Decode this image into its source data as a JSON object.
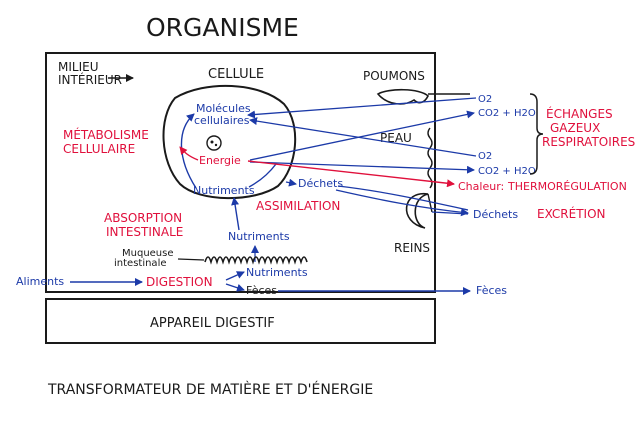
{
  "title": "ORGANISME",
  "subtitle": "TRANSFORMATEUR DE MATIÈRE ET D'ÉNERGIE",
  "milieu": [
    "MILIEU",
    "INTÉRIEUR"
  ],
  "cellule": "CELLULE",
  "poumons": "POUMONS",
  "peau": "PEAU",
  "reins": "REINS",
  "metabolisme": [
    "MÉTABOLISME",
    "CELLULAIRE"
  ],
  "molecules": [
    "Molécules",
    "cellulaires"
  ],
  "energie": "Energie",
  "nutriments": "Nutriments",
  "dechets": "Déchets",
  "assimilation": "ASSIMILATION",
  "absorption": [
    "ABSORPTION",
    "INTESTINALE"
  ],
  "muqueuse": [
    "Muqueuse",
    "intestinale"
  ],
  "aliments": "Aliments",
  "digestion": "DIGESTION",
  "feces": "Fèces",
  "feces_out": "Fèces",
  "appareil": "APPAREIL DIGESTIF",
  "o2": "O2",
  "co2h2o": "CO2 + H2O",
  "echanges": [
    "ÉCHANGES",
    "GAZEUX",
    "RESPIRATOIRES"
  ],
  "chaleur": "Chaleur:",
  "thermo": "THERMORÉGULATION",
  "excretion": "EXCRÉTION",
  "colors": {
    "ink": "#1a1a1a",
    "blue": "#1c3aa8",
    "red": "#e0103c"
  }
}
